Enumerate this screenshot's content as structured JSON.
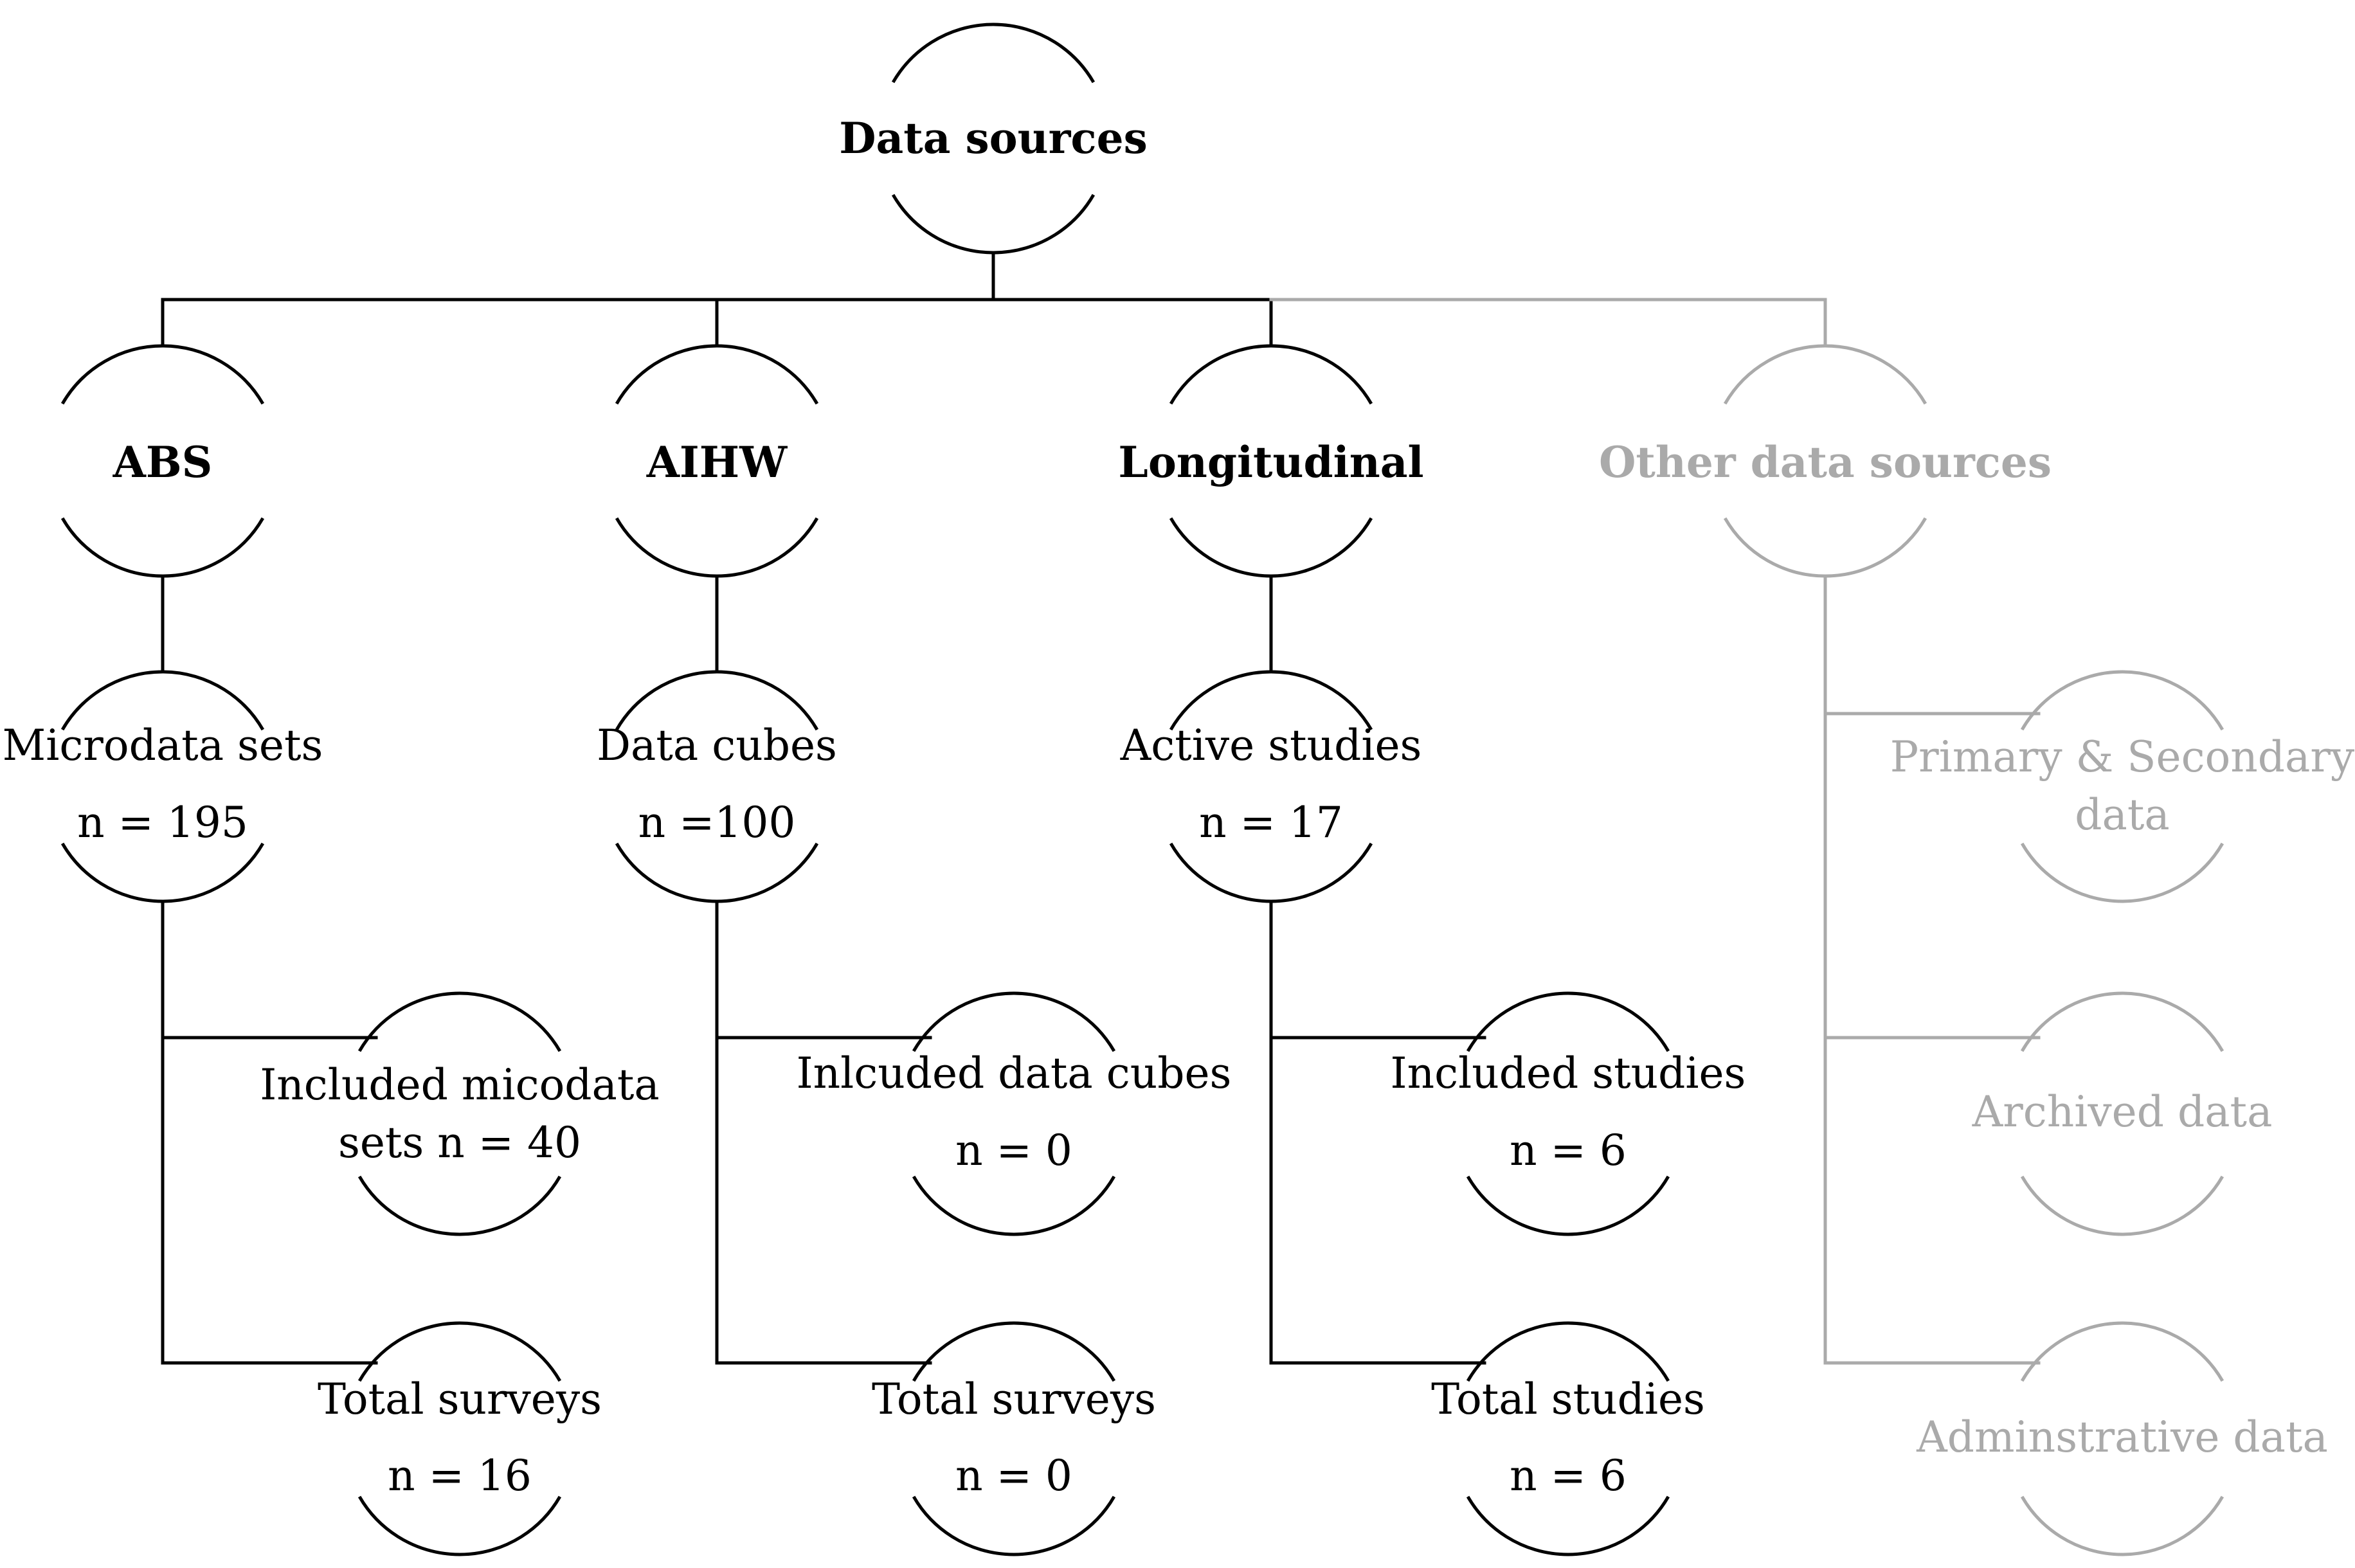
{
  "colors": {
    "main": "#000000",
    "faded": "#aaaaaa"
  },
  "root": {
    "title": "Data sources"
  },
  "categories": [
    {
      "title": "ABS",
      "faded": false,
      "source": {
        "line1": "Microdata sets",
        "line2": "n = 195"
      },
      "included": {
        "line1": "Included micodata",
        "line2": "sets n = 40"
      },
      "total": {
        "line1": "Total surveys",
        "line2": "n = 16"
      }
    },
    {
      "title": "AIHW",
      "faded": false,
      "source": {
        "line1": "Data cubes",
        "line2": "n =100"
      },
      "included": {
        "line1": "Inlcuded data cubes",
        "line2": "n = 0"
      },
      "total": {
        "line1": "Total surveys",
        "line2": "n = 0"
      }
    },
    {
      "title": "Longitudinal",
      "faded": false,
      "source": {
        "line1": "Active studies",
        "line2": "n = 17"
      },
      "included": {
        "line1": "Included studies",
        "line2": "n = 6"
      },
      "total": {
        "line1": "Total studies",
        "line2": "n = 6"
      }
    },
    {
      "title": "Other data sources",
      "faded": true,
      "children": [
        {
          "line1": "Primary & Secondary",
          "line2": "data"
        },
        {
          "line1": "Archived data"
        },
        {
          "line1": "Adminstrative data"
        }
      ]
    }
  ]
}
